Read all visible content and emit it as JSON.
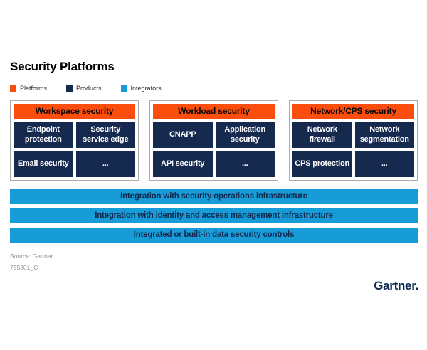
{
  "title": "Security Platforms",
  "legend": {
    "items": [
      {
        "label": "Platforms"
      },
      {
        "label": "Products"
      },
      {
        "label": "Integrators"
      }
    ]
  },
  "platforms": [
    {
      "header": "Workspace security",
      "products": [
        "Endpoint protection",
        "Security service edge",
        "Email security",
        "..."
      ]
    },
    {
      "header": "Workload security",
      "products": [
        "CNAPP",
        "Application security",
        "API security",
        "..."
      ]
    },
    {
      "header": "Network/CPS security",
      "products": [
        "Network firewall",
        "Network segmentation",
        "CPS protection",
        "..."
      ]
    }
  ],
  "integrators": [
    "Integration with security operations infrastructure",
    "Integration with identity and access management infrastructure",
    "Integrated or built-in data security controls"
  ],
  "footer": {
    "source": "Source: Gartner",
    "figure_id": "795301_C",
    "logo": "Gartner."
  },
  "colors": {
    "orange": "#FB4E0E",
    "navy": "#16294F",
    "blue": "#189CD8",
    "bar-text": "#12294E",
    "border-gray": "#ACACAC",
    "source-gray": "#8E9598",
    "logo-navy": "#0E2A53"
  }
}
